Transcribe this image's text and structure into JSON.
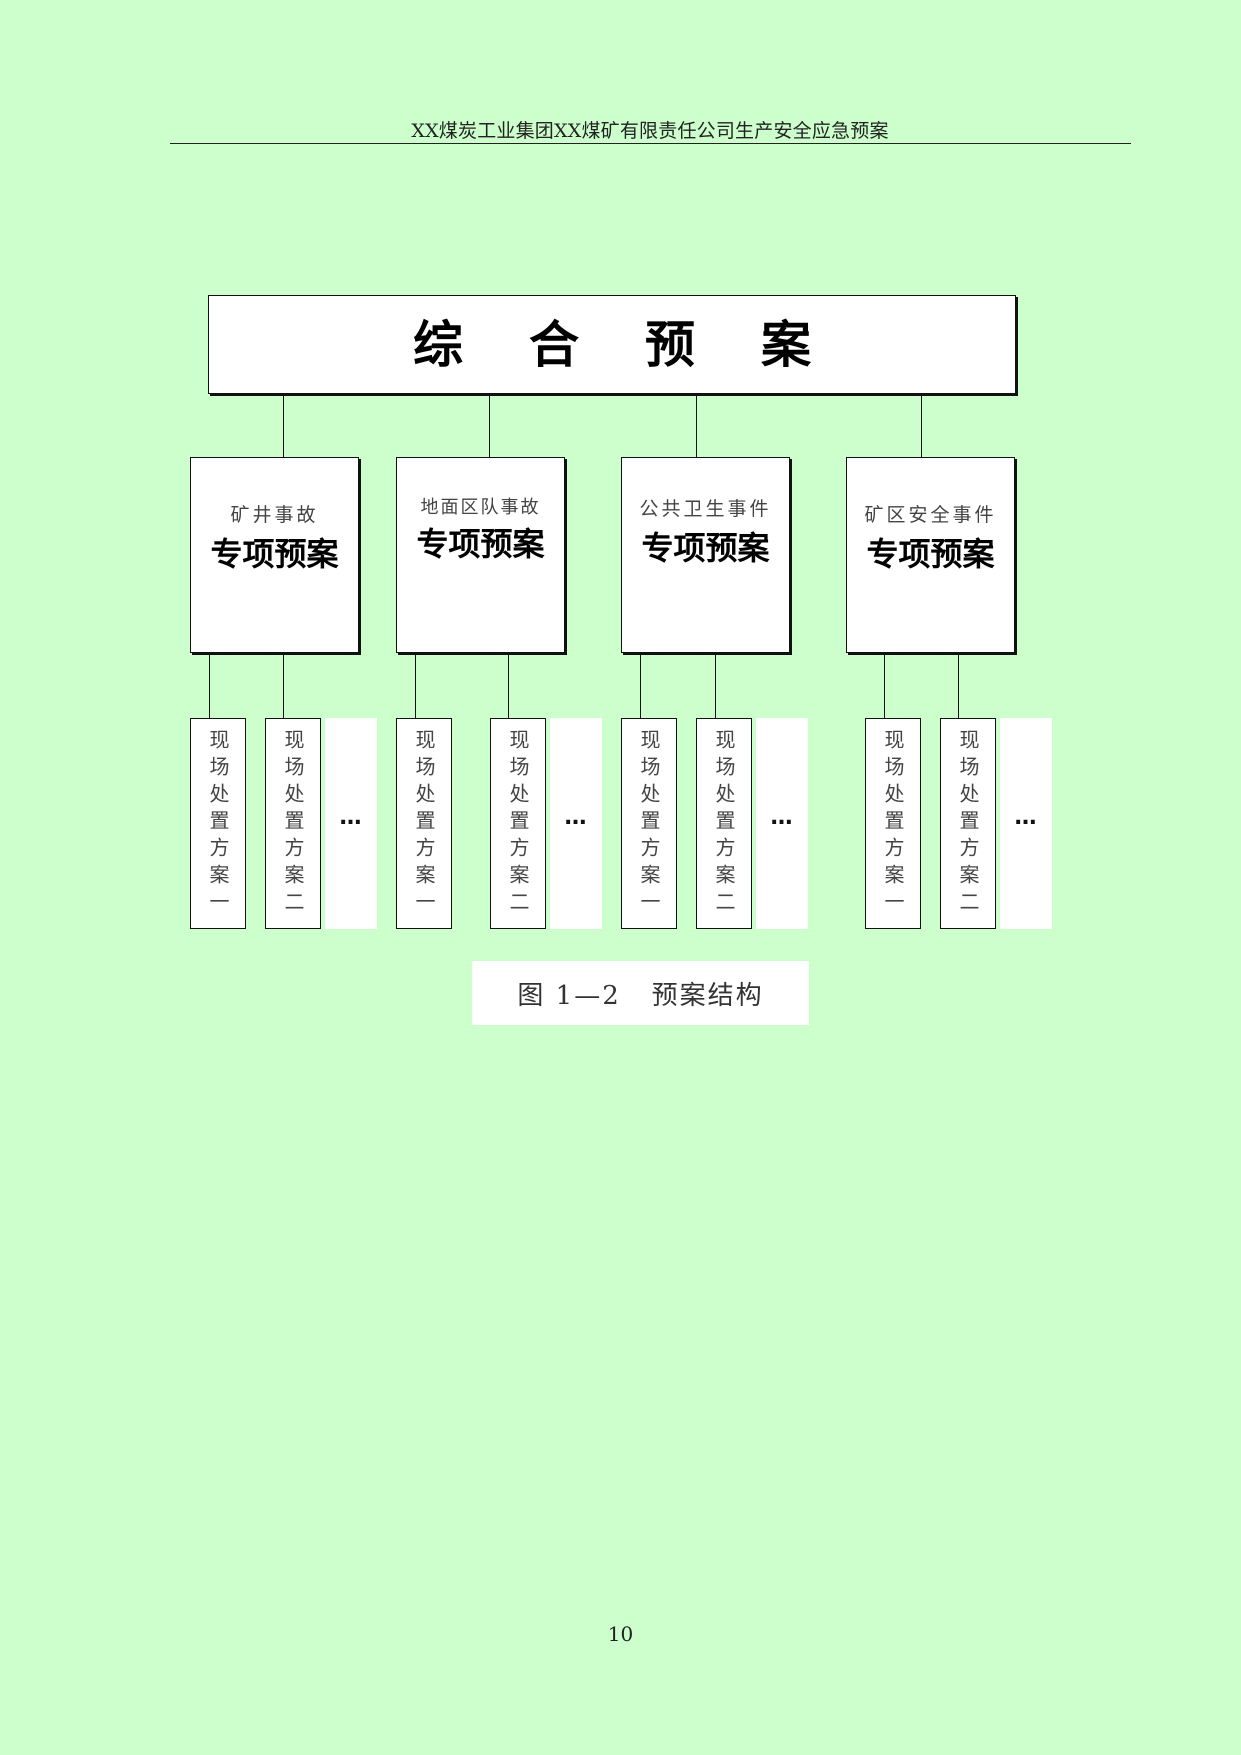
{
  "header": {
    "title": "XX煤炭工业集团XX煤矿有限责任公司生产安全应急预案"
  },
  "diagram": {
    "top": {
      "label": "综合预案"
    },
    "branches": [
      {
        "sub": "矿井事故",
        "main": "专项预案",
        "leaves": [
          "现场处置方案一",
          "现场处置方案二"
        ],
        "more": "…"
      },
      {
        "sub": "地面区队事故",
        "main": "专项预案",
        "leaves": [
          "现场处置方案一",
          "现场处置方案二"
        ],
        "more": "…"
      },
      {
        "sub": "公共卫生事件",
        "main": "专项预案",
        "leaves": [
          "现场处置方案一",
          "现场处置方案二"
        ],
        "more": "…"
      },
      {
        "sub": "矿区安全事件",
        "main": "专项预案",
        "leaves": [
          "现场处置方案一",
          "现场处置方案二"
        ],
        "more": "…"
      }
    ]
  },
  "caption": "图 1—2   预案结构",
  "page_number": "10"
}
